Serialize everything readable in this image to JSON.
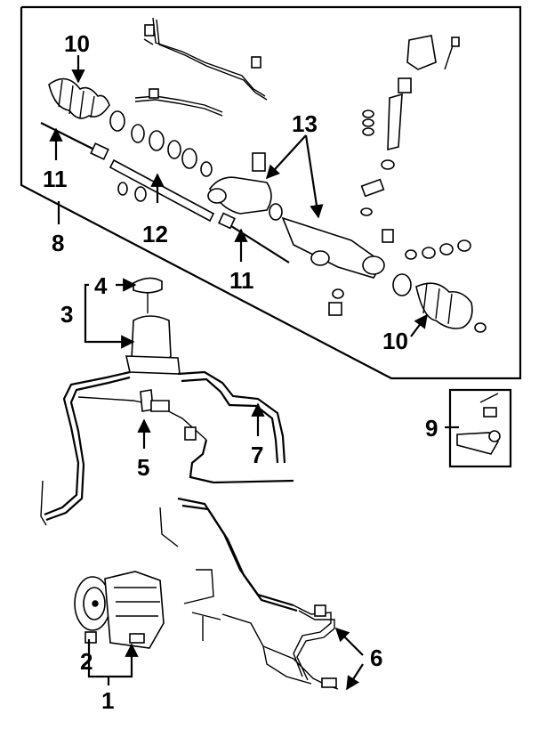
{
  "callouts": {
    "c1": "1",
    "c2": "2",
    "c3": "3",
    "c4": "4",
    "c5": "5",
    "c6": "6",
    "c7": "7",
    "c8": "8",
    "c9": "9",
    "c10a": "10",
    "c10b": "10",
    "c11a": "11",
    "c11b": "11",
    "c12": "12",
    "c13": "13"
  },
  "colors": {
    "ink": "#000000",
    "paper": "#ffffff"
  }
}
